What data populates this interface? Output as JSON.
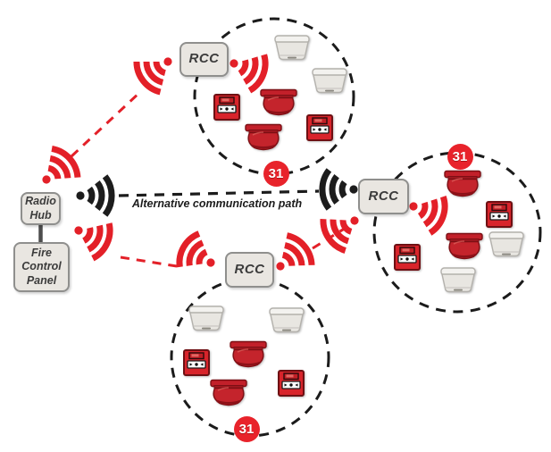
{
  "diagram": {
    "title_hint": "Wireless fire alarm system topology",
    "hub": {
      "label": "Radio\nHub"
    },
    "fire_control_panel": {
      "label": "Fire\nControl\nPanel"
    },
    "alt_path_label": "Alternative communication path",
    "rcc_nodes": [
      {
        "id": "top",
        "label": "RCC"
      },
      {
        "id": "right",
        "label": "RCC"
      },
      {
        "id": "bottom",
        "label": "RCC"
      }
    ],
    "clusters": [
      {
        "id": "top",
        "badge": "31",
        "devices": {
          "white_detectors": 2,
          "red_sounders": 2,
          "call_points": 2
        }
      },
      {
        "id": "right",
        "badge": "31",
        "devices": {
          "white_detectors": 2,
          "red_sounders": 2,
          "call_points": 2
        }
      },
      {
        "id": "bottom",
        "badge": "31",
        "devices": {
          "white_detectors": 2,
          "red_sounders": 2,
          "call_points": 2
        }
      }
    ],
    "colors": {
      "red": "#e32028",
      "black": "#1c1c1c",
      "box_fill": "#e9e6e1",
      "box_border": "#8f8f8d",
      "badge_red": "#e8232b"
    },
    "icons": [
      "wifi-signal-icon",
      "smoke-detector-icon",
      "sounder-icon",
      "call-point-icon",
      "zone-badge"
    ]
  }
}
